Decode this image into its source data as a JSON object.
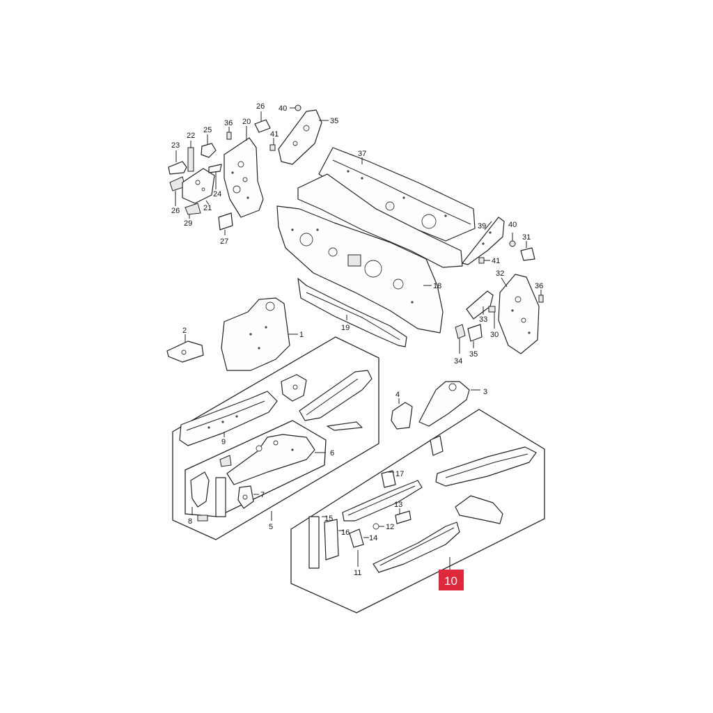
{
  "callouts": {
    "c1": "1",
    "c2": "2",
    "c3": "3",
    "c4": "4",
    "c5": "5",
    "c6": "6",
    "c7": "7",
    "c8": "8",
    "c9": "9",
    "c10": "10",
    "c11": "11",
    "c12": "12",
    "c13": "13",
    "c14": "14",
    "c15": "15",
    "c16": "16",
    "c17": "17",
    "c18": "18",
    "c19": "19",
    "c20": "20",
    "c21": "21",
    "c22": "22",
    "c23": "23",
    "c24": "24",
    "c25": "25",
    "c26a": "26",
    "c26b": "26",
    "c27": "27",
    "c29": "29",
    "c30": "30",
    "c31": "31",
    "c32": "32",
    "c33": "33",
    "c34": "34",
    "c35a": "35",
    "c35b": "35",
    "c36a": "36",
    "c36b": "36",
    "c37": "37",
    "c39": "39",
    "c40a": "40",
    "c40b": "40",
    "c41a": "41",
    "c41b": "41"
  },
  "highlight": {
    "label": "10",
    "color": "#e0283c"
  }
}
